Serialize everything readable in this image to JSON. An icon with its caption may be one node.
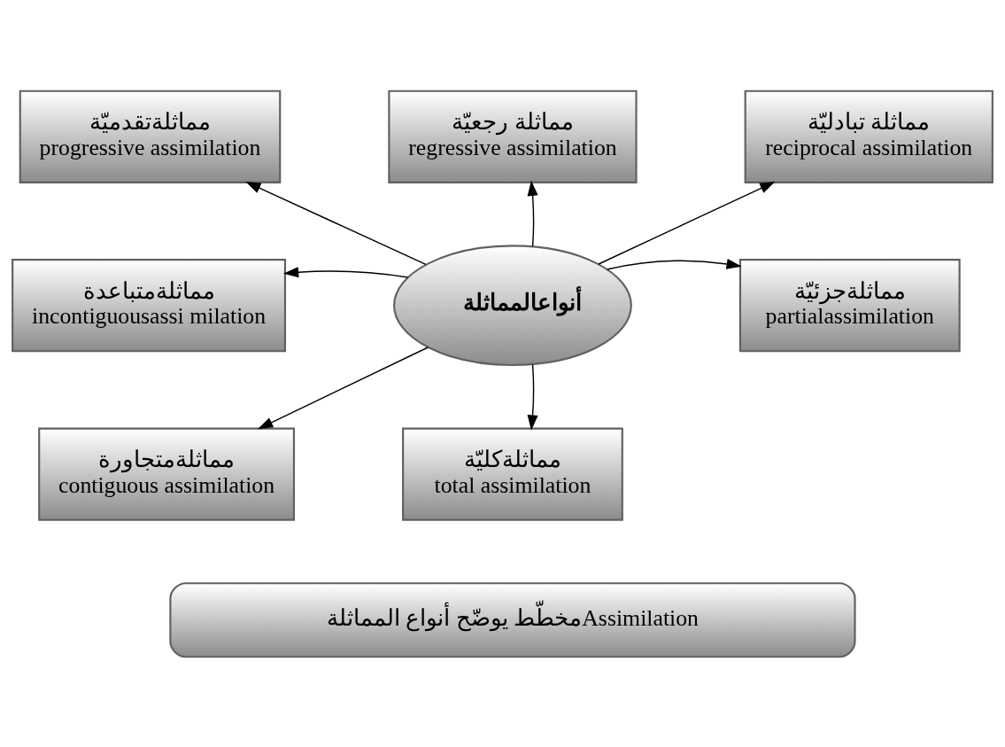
{
  "diagram": {
    "nodes": [
      {
        "text": [
          "مماثلةتقدميّة",
          "progressive assimilation"
        ]
      },
      {
        "text": [
          "مماثلة رجعيّة",
          "regressive assimilation"
        ]
      },
      {
        "text": [
          "مماثلة تبادليّة",
          "reciprocal assimilation"
        ]
      },
      {
        "text": [
          "مماثلةمتباعدة",
          "incontiguousassi milation"
        ]
      },
      {
        "text": [
          "أنواعالمماثلة"
        ]
      },
      {
        "text": [
          "مماثلةجزئيّة",
          "partialassimilation"
        ]
      },
      {
        "text": [
          "مماثلةمتجاورة",
          "contiguous assimilation"
        ]
      },
      {
        "text": [
          "مماثلةكليّة",
          "total assimilation"
        ]
      },
      {
        "text": [
          "مخطّط يوضّح أنواع المماثلةAssimilation"
        ]
      }
    ],
    "edges": [
      {
        "from": 4,
        "to": 0,
        "arrow": "to"
      },
      {
        "from": 4,
        "to": 1,
        "arrow": "to"
      },
      {
        "from": 4,
        "to": 2,
        "arrow": "to"
      },
      {
        "from": 4,
        "to": 3,
        "arrow": "to"
      },
      {
        "from": 4,
        "to": 5,
        "arrow": "to"
      },
      {
        "from": 4,
        "to": 6,
        "arrow": "to"
      },
      {
        "from": 4,
        "to": 7,
        "arrow": "to"
      }
    ]
  }
}
